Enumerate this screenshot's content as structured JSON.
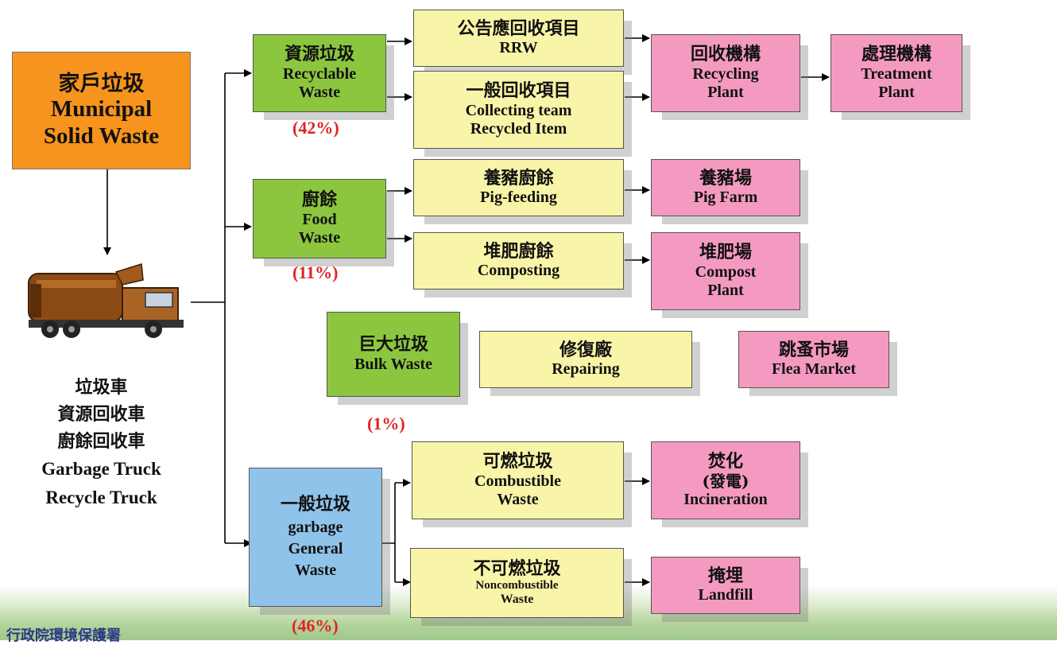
{
  "source": {
    "zh": "家戶垃圾",
    "en1": "Municipal",
    "en2": "Solid Waste"
  },
  "truck": {
    "zh1": "垃圾車",
    "zh2": "資源回收車",
    "zh3": "廚餘回收車",
    "en1": "Garbage Truck",
    "en2": "Recycle Truck"
  },
  "categories": {
    "recyclable": {
      "zh": "資源垃圾",
      "en1": "Recyclable",
      "en2": "Waste",
      "pct": "(42%)"
    },
    "food": {
      "zh": "廚餘",
      "en1": "Food",
      "en2": "Waste",
      "pct": "(11%)"
    },
    "bulk": {
      "zh": "巨大垃圾",
      "en1": "Bulk Waste",
      "pct": "(1%)"
    },
    "general": {
      "zh": "一般垃圾",
      "en1": "garbage",
      "en2": "General",
      "en3": "Waste",
      "pct": "(46%)"
    }
  },
  "streams": {
    "rrw": {
      "zh": "公告應回收項目",
      "en": "RRW"
    },
    "collecting": {
      "zh": "一般回收項目",
      "en1": "Collecting team",
      "en2": "Recycled Item"
    },
    "pigfeeding": {
      "zh": "養豬廚餘",
      "en": "Pig-feeding"
    },
    "composting": {
      "zh": "堆肥廚餘",
      "en": "Composting"
    },
    "repairing": {
      "zh": "修復廠",
      "en": "Repairing"
    },
    "combustible": {
      "zh": "可燃垃圾",
      "en1": "Combustible",
      "en2": "Waste"
    },
    "noncombustible": {
      "zh": "不可燃垃圾",
      "en1": "Noncombustible",
      "en2": "Waste"
    }
  },
  "destinations": {
    "recycling": {
      "zh": "回收機構",
      "en1": "Recycling",
      "en2": "Plant"
    },
    "treatment": {
      "zh": "處理機構",
      "en1": "Treatment",
      "en2": "Plant"
    },
    "pigfarm": {
      "zh": "養豬場",
      "en": "Pig Farm"
    },
    "compost": {
      "zh": "堆肥場",
      "en1": "Compost",
      "en2": "Plant"
    },
    "flea": {
      "zh": "跳蚤市場",
      "en": "Flea Market"
    },
    "incineration": {
      "zh": "焚化",
      "zh2": "(發電)",
      "en": "Incineration"
    },
    "landfill": {
      "zh": "掩埋",
      "en": "Landfill"
    }
  },
  "footer": {
    "org": "行政院環境保護署"
  },
  "colors": {
    "source": "#f7941d",
    "category": "#8cc63f",
    "stream": "#f9f5a8",
    "destination": "#f49ac1",
    "general": "#8fc3ea",
    "percent": "#e02424"
  }
}
